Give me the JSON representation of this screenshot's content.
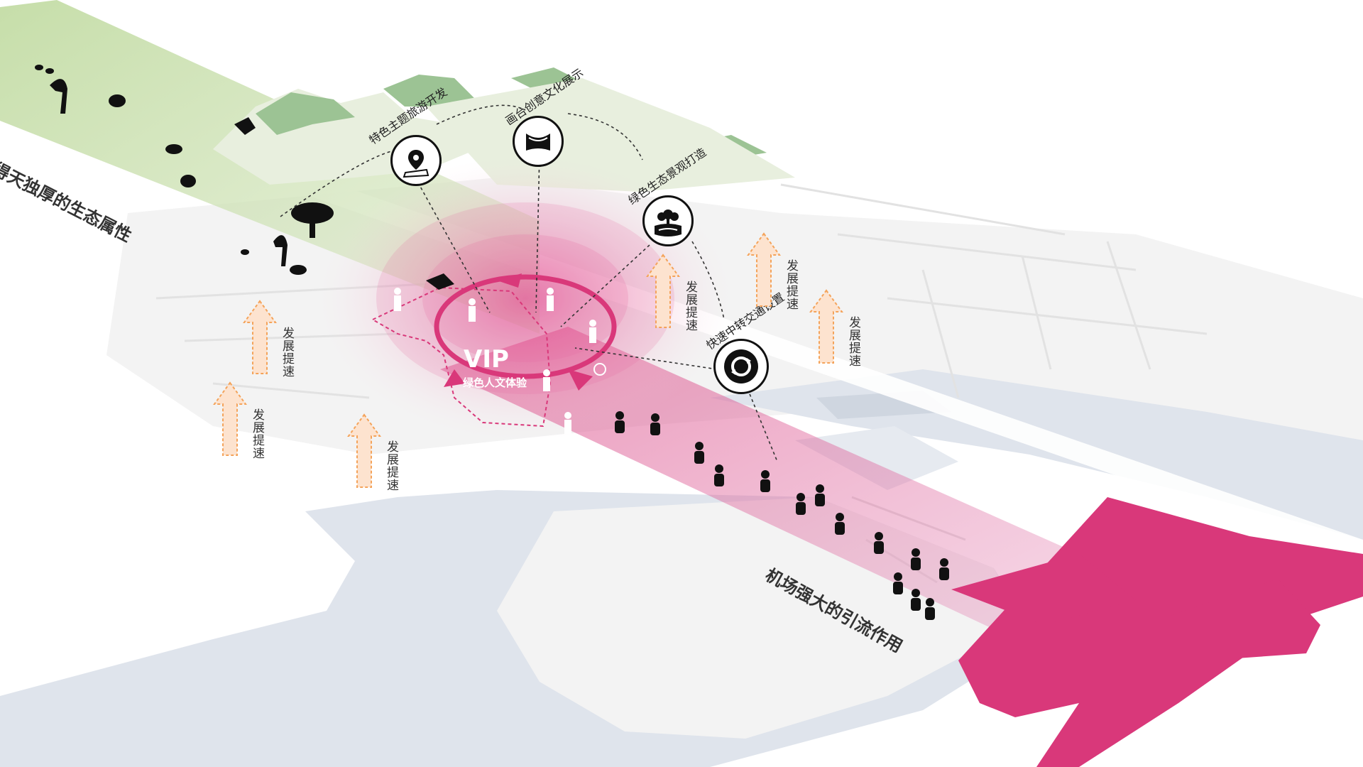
{
  "band_labels": {
    "ecology": "得天独厚的生态属性",
    "airport": "机场强大的引流作用"
  },
  "nodes": [
    {
      "label": "特色主题旅游开发",
      "icon": "map-pin-icon"
    },
    {
      "label": "画台创意文化展示",
      "icon": "gallery-screen-icon"
    },
    {
      "label": "绿色生态景观打造",
      "icon": "eco-landscape-icon"
    },
    {
      "label": "快速中转交通设置",
      "icon": "transit-cycle-icon"
    }
  ],
  "core": {
    "title": "VIP",
    "subtitle": "绿色人文体验"
  },
  "boost_label": "发展提速",
  "colors": {
    "accent": "#d9387a",
    "ecology_band": "#cfe3b4",
    "mountain": "#8fb98a",
    "water": "#dfe4ec",
    "boost_arrow": "#f4a35a"
  }
}
